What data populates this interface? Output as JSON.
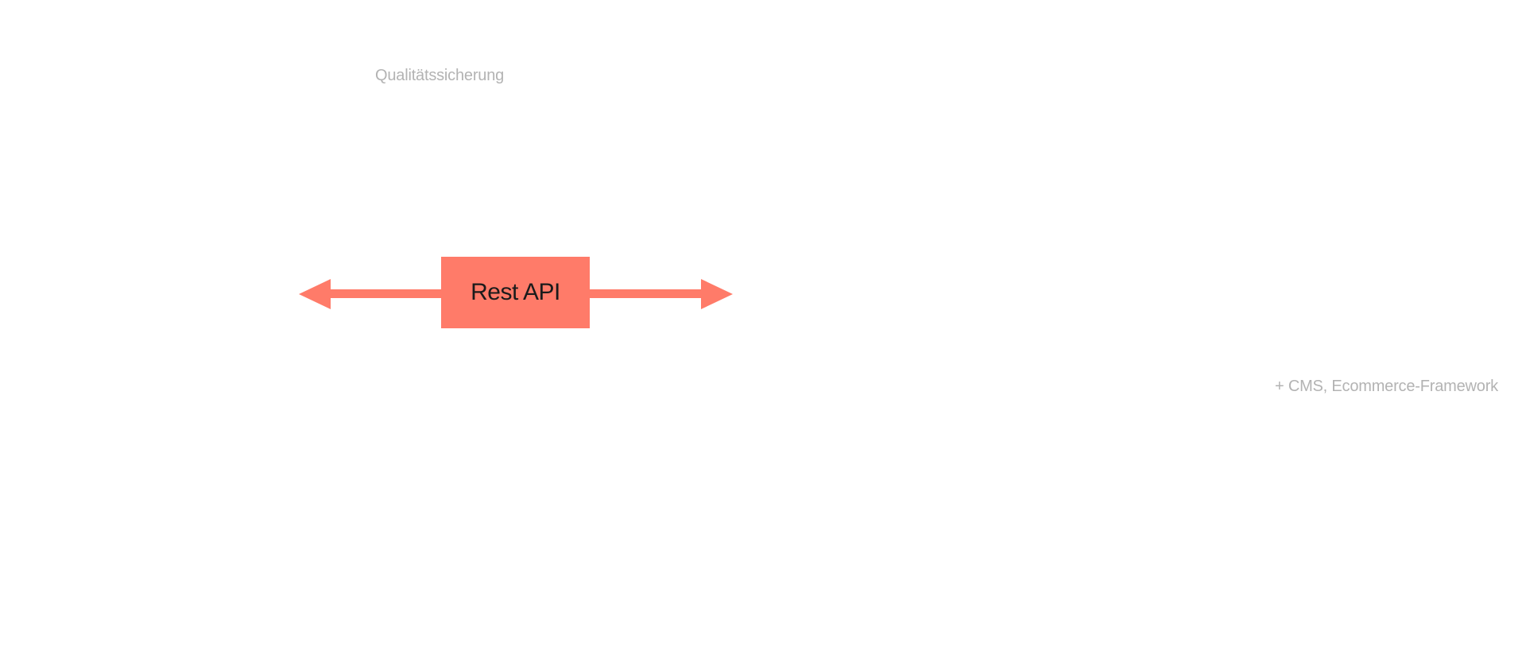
{
  "labels": {
    "top": "Qualitätssicherung",
    "right": "+ CMS, Ecommerce-Framework"
  },
  "api_box": {
    "label": "Rest API"
  },
  "colors": {
    "accent": "#ff7b69",
    "caption": "#b3b3b3",
    "box_text": "#1b1b1b",
    "background": "#ffffff"
  }
}
